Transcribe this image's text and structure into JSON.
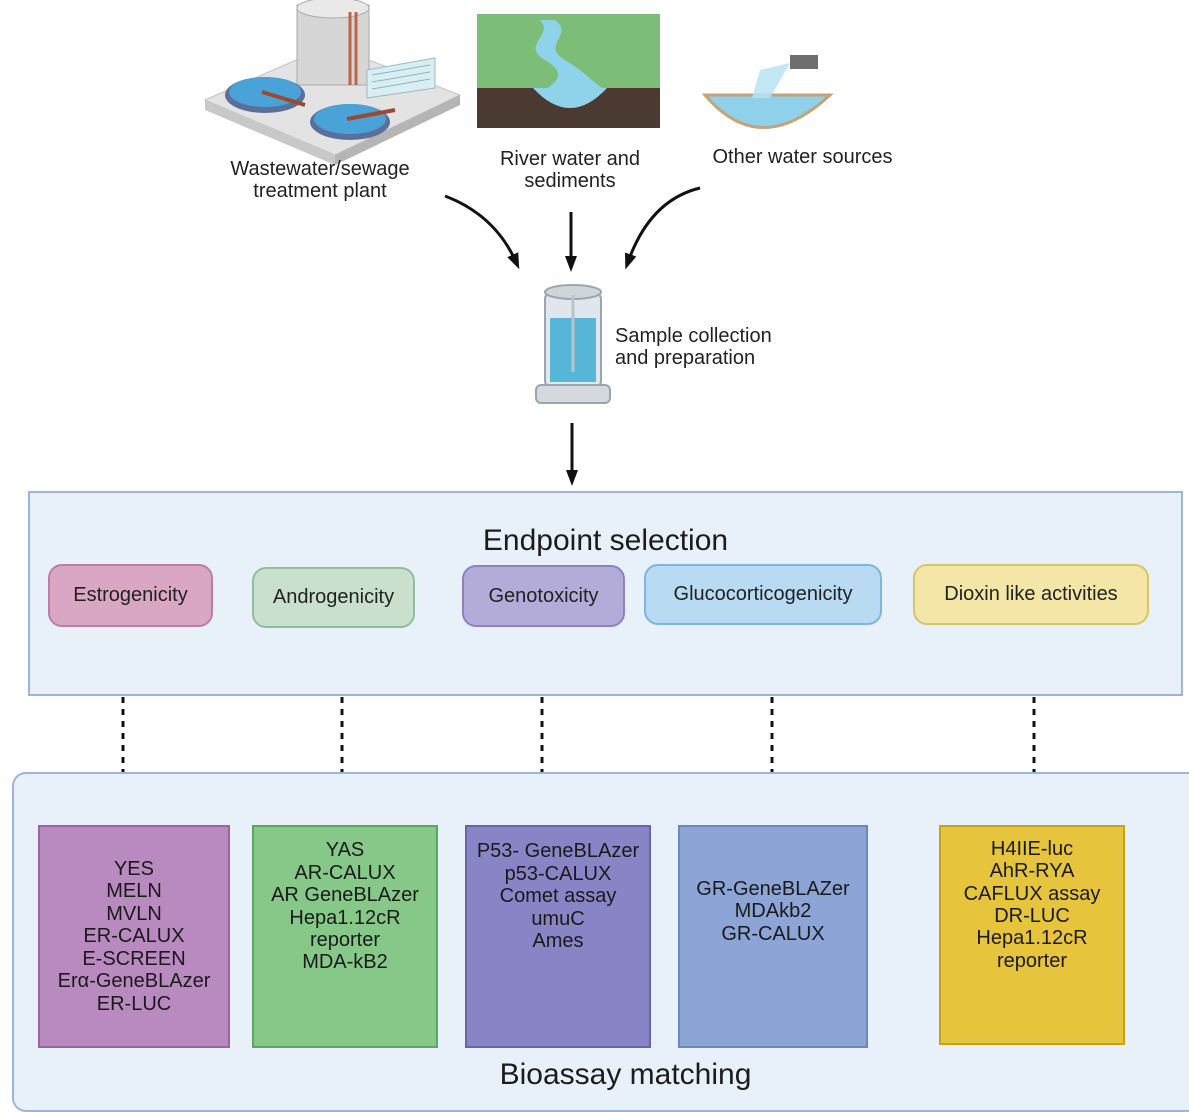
{
  "sources": [
    {
      "label_lines": [
        "Wastewater/sewage",
        "treatment plant"
      ]
    },
    {
      "label_lines": [
        "River water and",
        "sediments"
      ]
    },
    {
      "label_lines": [
        "Other water sources"
      ]
    }
  ],
  "sample": {
    "label_lines": [
      "Sample collection",
      "and preparation"
    ]
  },
  "endpoint_panel": {
    "title": "Endpoint selection"
  },
  "endpoints": [
    {
      "label": "Estrogenicity",
      "fill": "#d9a6c4",
      "border": "#b97fa6"
    },
    {
      "label": "Androgenicity",
      "fill": "#c9e0cc",
      "border": "#8fbf9a"
    },
    {
      "label": "Genotoxicity",
      "fill": "#b3acd9",
      "border": "#8a82c2"
    },
    {
      "label": "Glucocorticogenicity",
      "fill": "#b8daf3",
      "border": "#7fb4de"
    },
    {
      "label": "Dioxin like activities",
      "fill": "#f4e6a7",
      "border": "#d8c46b"
    }
  ],
  "bioassay_panel": {
    "title": "Bioassay matching"
  },
  "assays": [
    {
      "items": [
        "YES",
        "MELN",
        "MVLN",
        "ER-CALUX",
        "E-SCREEN",
        "Erα-GeneBLAzer",
        "ER-LUC"
      ],
      "fill": "#b98ac0",
      "border": "#9a63a3"
    },
    {
      "items": [
        "YAS",
        "AR-CALUX",
        "AR GeneBLAzer",
        "Hepa1.12cR",
        "reporter",
        "MDA-kB2"
      ],
      "fill": "#86c888",
      "border": "#5aa85e"
    },
    {
      "items": [
        "P53- GeneBLAzer",
        "p53-CALUX",
        "Comet assay",
        "umuC",
        "Ames"
      ],
      "fill": "#8884c6",
      "border": "#6a64ad"
    },
    {
      "items": [
        "GR-GeneBLAZer",
        "MDAkb2",
        "GR-CALUX"
      ],
      "fill": "#8ca4d6",
      "border": "#6c86bf"
    },
    {
      "items": [
        "H4IIE-luc",
        "AhR-RYA",
        "CAFLUX assay",
        "DR-LUC",
        "Hepa1.12cR",
        "reporter"
      ],
      "fill": "#e6c43c",
      "border": "#c4a21c"
    }
  ],
  "colors": {
    "arrow": "#111111",
    "panel_fill": "#e8f0fa",
    "panel_border": "#9db5d6",
    "water": "#8fd0ea"
  }
}
